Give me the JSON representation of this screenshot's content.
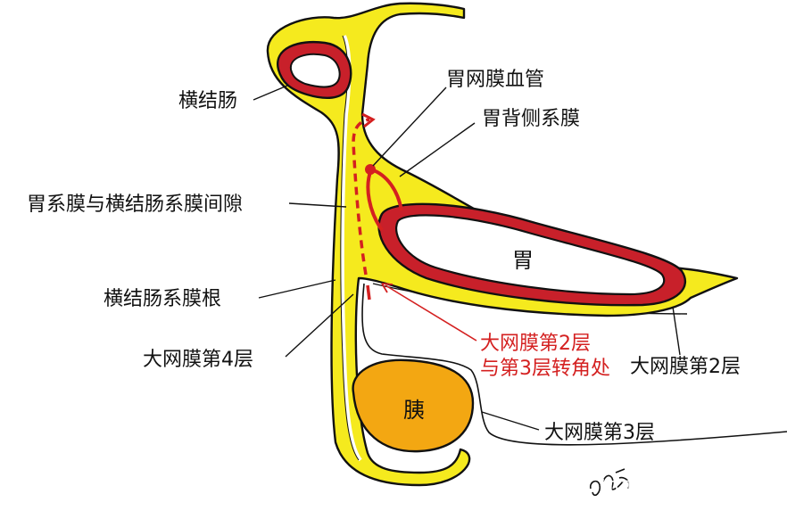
{
  "labels": {
    "transverse_colon": "横结肠",
    "gastric_omental_vessel": "胃网膜血管",
    "dorsal_mesogastrium": "胃背侧系膜",
    "mesogastrium_mesocolon_gap": "胃系膜与横结肠系膜间隙",
    "mesocolon_root": "横结肠系膜根",
    "omentum_layer4": "大网膜第4层",
    "corner_line1": "大网膜第2层",
    "corner_line2": "与第3层转角处",
    "omentum_layer2": "大网膜第2层",
    "omentum_layer3": "大网膜第3层",
    "stomach": "胃",
    "pancreas": "胰"
  },
  "watermark": {
    "text": "知乎 @医只蜗牛"
  },
  "colors": {
    "mesentery_yellow": "#f5ea1e",
    "organ_wall_red": "#c8202a",
    "outline_black": "#111111",
    "pancreas_orange": "#f3a712",
    "annotation_red": "#d42020",
    "watermark_white": "#ffffff"
  }
}
